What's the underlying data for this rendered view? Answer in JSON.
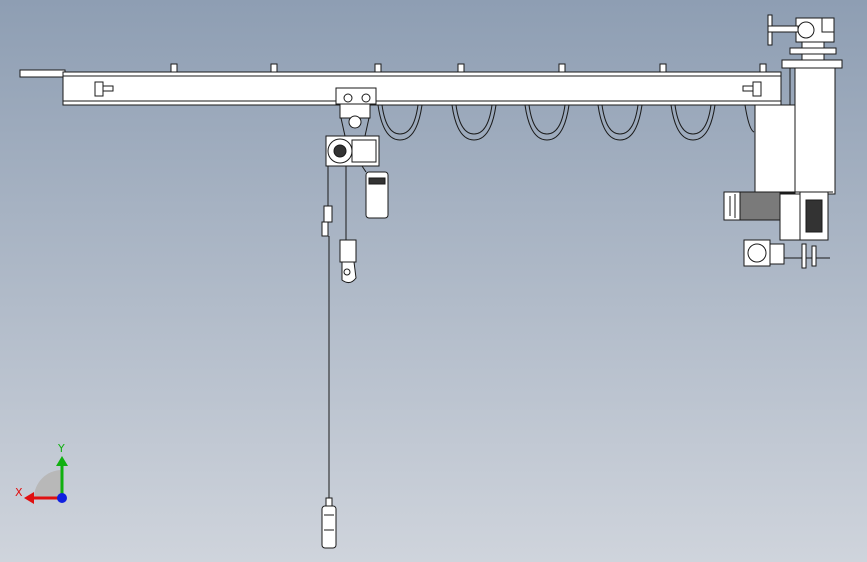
{
  "viewport": {
    "background_top": "#8e9eb3",
    "background_bottom": "#cfd4dc"
  },
  "drawing": {
    "line_color": "#1a1a1a",
    "part_fill": "#ffffff",
    "motor_fill": "#7a7a7a",
    "dark_fill": "#333333",
    "components": [
      "jib-arm-beam",
      "pillar-column",
      "electric-chain-hoist",
      "hoist-trolley",
      "festoon-cable-loops",
      "slewing-drive-motor",
      "hook-block",
      "pendant-controller"
    ]
  },
  "triad": {
    "x_label": "X",
    "y_label": "Y",
    "x_color": "#e01010",
    "y_color": "#10b010",
    "z_color": "#1020e0"
  }
}
